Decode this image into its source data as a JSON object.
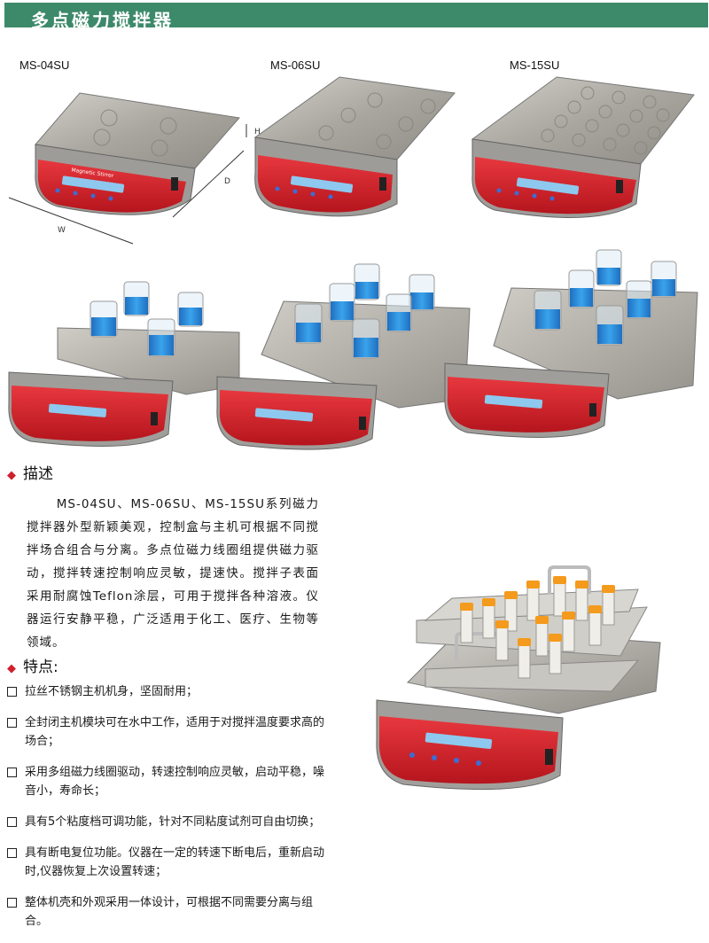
{
  "header": {
    "title": "多点磁力搅拌器"
  },
  "models": [
    "MS-04SU",
    "MS-06SU",
    "MS-15SU"
  ],
  "device": {
    "panel_label": "Magnetic Stirrer",
    "dim_w": "W",
    "dim_d": "D",
    "dim_h": "H"
  },
  "colors": {
    "header_bg": "#3d8a6b",
    "panel_red": "#d9252f",
    "steel": "#b8b5ae",
    "liquid": "#2d8fd8",
    "cap_orange": "#f49a1c",
    "bullet": "#d0202e"
  },
  "description": {
    "heading": "描述",
    "text": "MS-04SU、MS-06SU、MS-15SU系列磁力搅拌器外型新颖美观，控制盒与主机可根据不同搅拌场合组合与分离。多点位磁力线圈组提供磁力驱动，搅拌转速控制响应灵敏，提速快。搅拌子表面采用耐腐蚀Teflon涂层，可用于搅拌各种溶液。仪器运行安静平稳，广泛适用于化工、医疗、生物等领域。"
  },
  "features": {
    "heading": "特点:",
    "items": [
      "拉丝不锈钢主机机身，坚固耐用；",
      "全封闭主机模块可在水中工作，适用于对搅拌温度要求高的场合；",
      "采用多组磁力线圈驱动，转速控制响应灵敏，启动平稳，噪音小，寿命长；",
      "具有5个粘度档可调功能，针对不同粘度试剂可自由切换；",
      "具有断电复位功能。仪器在一定的转速下断电后，重新启动时,仪器恢复上次设置转速；",
      "整体机壳和外观采用一体设计，可根据不同需要分离与组合。"
    ]
  }
}
